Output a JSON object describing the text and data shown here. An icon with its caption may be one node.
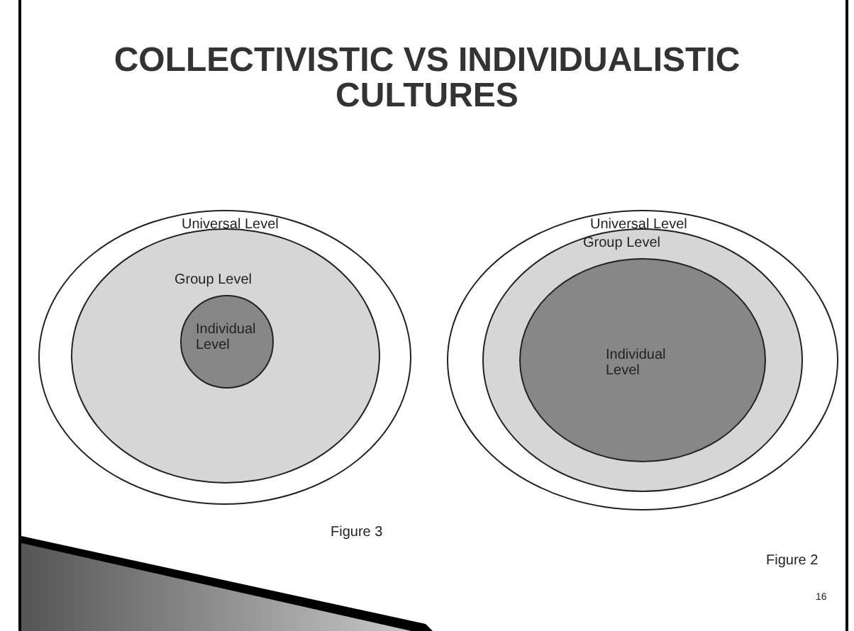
{
  "diagram": {
    "title": "COLLECTIVISTIC VS INDIVIDUALISTIC CULTURES",
    "nodes": [
      {
        "text": [
          "Universal Level"
        ]
      },
      {
        "text": [
          "Group Level"
        ],
        "in": 0
      },
      {
        "text": [
          "Individual Level"
        ],
        "in": 1
      },
      {
        "text": [
          "Universal Level"
        ]
      },
      {
        "text": [
          "Group Level"
        ],
        "in": 3
      },
      {
        "text": [
          "Individual Level"
        ],
        "in": 4
      }
    ],
    "labels": [
      "Figure 3",
      "Figure 2",
      "16"
    ]
  }
}
